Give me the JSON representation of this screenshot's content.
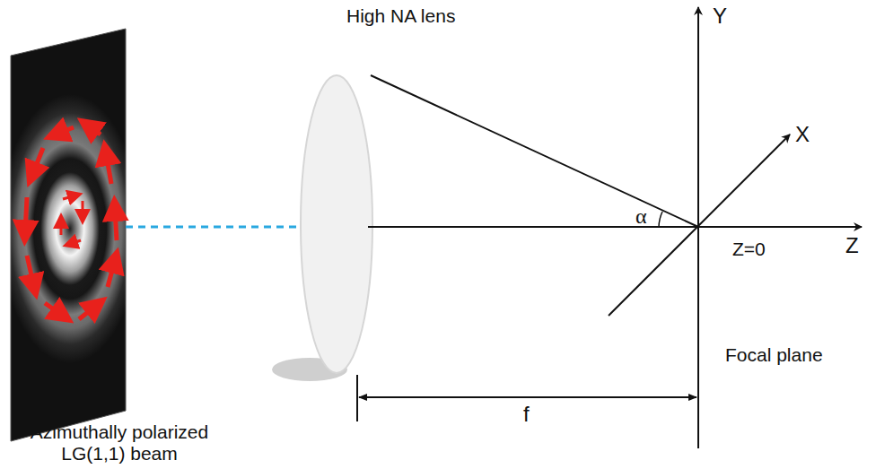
{
  "diagram": {
    "labels": [
      "High NA lens",
      "α",
      "Y",
      "X",
      "Z",
      "Z=0",
      "Focal plane",
      "f",
      "Azimuthally polarized LG(1,1) beam"
    ]
  }
}
